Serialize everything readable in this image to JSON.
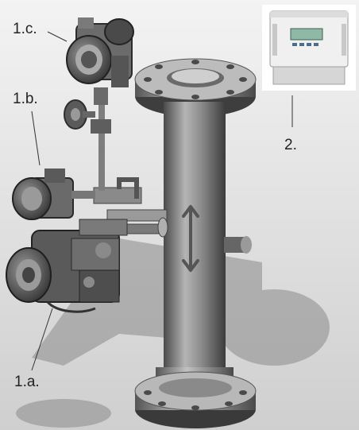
{
  "labels": {
    "transmitter_top": "1.c.",
    "transmitter_middle": "1.b.",
    "transmitter_bottom": "1.a.",
    "controller": "2."
  },
  "colors": {
    "background_top": "#f2f2f2",
    "background_bottom": "#d2d2d2",
    "metal_dark": "#3a3a3a",
    "metal_mid": "#8a8a8a",
    "metal_light": "#d0d0d0",
    "controller_body": "#eeeeee",
    "controller_screen": "#8fb9a6"
  },
  "icons": {
    "flow_direction": "double-arrow-vertical-icon"
  }
}
